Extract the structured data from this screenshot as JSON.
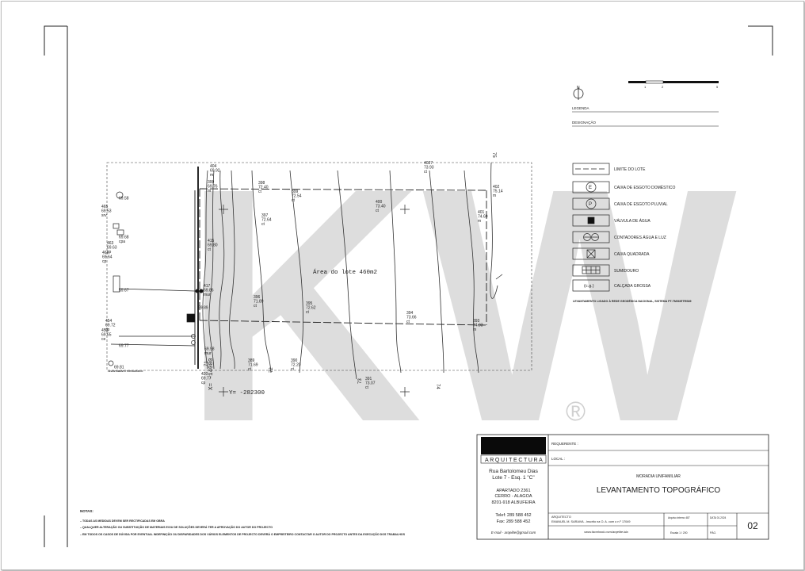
{
  "sheet_number": "02",
  "watermark": {
    "letters": "KW",
    "registered": "®"
  },
  "north": {
    "label": "N"
  },
  "scale_bar": {
    "ticks": [
      "1",
      "2",
      "5"
    ]
  },
  "legend": {
    "title": "LEGENDA",
    "designation": "DESIGNAÇÃO",
    "items": [
      {
        "symbol": "dash",
        "label": "LIMITE DO LOTE"
      },
      {
        "symbol": "E",
        "label": "CAIXA DE ESGOTO DOMÉSTICO"
      },
      {
        "symbol": "P",
        "label": "CAIXA DE ESGOTO PLUVIAL"
      },
      {
        "symbol": "valve",
        "label": "VÁLVULA DE ÁGUA"
      },
      {
        "symbol": "meters",
        "label": "CONTADORES ÁGUA E LUZ"
      },
      {
        "symbol": "box",
        "label": "CAIXA QUADRADA"
      },
      {
        "symbol": "grate",
        "label": "SUMIDOURO"
      },
      {
        "symbol": "(c.g.)",
        "label": "CALÇADA GROSSA"
      }
    ],
    "note": "LEVANTAMENTO LIGADO À REDE GEODÉSICA NACIONAL, SISTEMA PT-TM06/ETRS89"
  },
  "plan": {
    "area_label": "Área do lote 460m2",
    "y_coord": "Y= -282300",
    "x_coord": "X= -14080",
    "contours": [
      "71",
      "72",
      "73",
      "74",
      "75"
    ],
    "left_label": "LEVANTAMENTO TOPOGRÁFICO",
    "points": [
      {
        "id": "404",
        "z": "69.92",
        "c": "m"
      },
      {
        "id": "399",
        "z": "69.76",
        "c": "m"
      },
      {
        "id": "398",
        "z": "72.40",
        "c": "ct"
      },
      {
        "id": "399",
        "z": "72.54",
        "c": "ct"
      },
      {
        "id": "397",
        "z": "72.64",
        "c": "ct"
      },
      {
        "id": "400",
        "z": "73.40",
        "c": "ct"
      },
      {
        "id": "4027",
        "z": "73.93",
        "c": "ct"
      },
      {
        "id": "402",
        "z": "75.14",
        "c": "m"
      },
      {
        "id": "401",
        "z": "74.69",
        "c": "m"
      },
      {
        "id": "415",
        "z": "69.80",
        "c": "ct"
      },
      {
        "id": "417",
        "z": "69.86",
        "c": "mur"
      },
      {
        "id": "396",
        "z": "71.89",
        "c": "ct"
      },
      {
        "id": "395",
        "z": "72.62",
        "c": "ct"
      },
      {
        "id": "394",
        "z": "73.66",
        "c": "ct"
      },
      {
        "id": "393",
        "z": "74.93",
        "c": "m"
      },
      {
        "id": "389",
        "z": "71.69",
        "c": "ct"
      },
      {
        "id": "390",
        "z": "72.20",
        "c": "ct"
      },
      {
        "id": "391",
        "z": "73.07",
        "c": "ct"
      },
      {
        "id": "420",
        "z": "69.77",
        "c": "cp"
      },
      {
        "id": "465",
        "z": "69.53",
        "c": "srv"
      },
      {
        "id": "463",
        "z": "69.63",
        "c": "cp"
      },
      {
        "id": "462",
        "z": "69.64",
        "c": "cp"
      },
      {
        "id": "454",
        "z": "69.72",
        "c": "cp"
      },
      {
        "id": "453",
        "z": "69.65",
        "c": "ce"
      },
      {
        "id": "",
        "z": "69.58",
        "c": ""
      },
      {
        "id": "",
        "z": "69.68",
        "c": "cpa"
      },
      {
        "id": "",
        "z": "69.67",
        "c": ""
      },
      {
        "id": "",
        "z": "69.77",
        "c": ""
      },
      {
        "id": "",
        "z": "69.81",
        "c": ""
      },
      {
        "id": "",
        "z": "69.89",
        "c": ""
      },
      {
        "id": "",
        "z": "69.98",
        "c": "mur"
      }
    ]
  },
  "notes": {
    "title": "NOTAS:",
    "lines": [
      "– TODAS AS MEDIDAS DEVEM SER RECTIFICADAS EM OBRA",
      "– QUALQUER ALTERAÇÃO OU SUBSTITUIÇÃO DE MATERIAIS E/OU DE SOLUÇÕES DEVERÁ TER A APROVAÇÃO DO AUTOR DO PROJECTO",
      "– EM TODOS OS CASOS DE DÚVIDA POR EVENTUAL INDEFINIÇÃO OU DISPARIDADES DOS VÁRIOS ELEMENTOS DE PROJECTO DEVERÁ O EMPREITEIRO CONTACTAR O AUTOR DO PROJECTO ANTES DA EXECUÇÃO DOS TRABALHOS"
    ]
  },
  "title_block": {
    "firm": "ARQUITECTURA",
    "address": [
      "Rua Bartolomeu Dias",
      "Lote 7 - Esq. 1 \"C\""
    ],
    "postal": [
      "APARTADO 2361",
      "CERRO - ALAGOA",
      "8201-918 ALBUFEIRA"
    ],
    "phone": [
      "Telef:  289 588 452",
      "Fax:  289 588 452"
    ],
    "email": "E-mail - arqelite@gmail.com",
    "requerente": "REQUERENTE :",
    "local": "LOCAL :",
    "project": "MORADIA UNIFAMILIAR",
    "drawing_title": "LEVANTAMENTO TOPOGRÁFICO",
    "architect_label": "ARQUITECTO",
    "architect": "EMANUEL M. SARAIVA - Inscrito na O. A. com o n.º 17049",
    "website": "www.facebook.com/arqelite.lda",
    "archive": "Arquivo interno  487",
    "date": "DATA  01.2024",
    "scale": "Escala 1 /  200",
    "page": "PÁG."
  }
}
